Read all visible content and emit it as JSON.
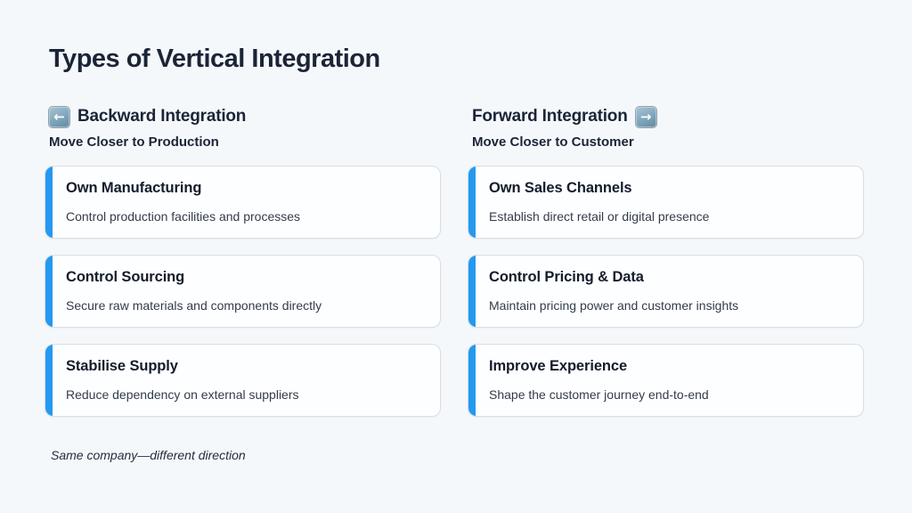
{
  "page": {
    "title": "Types of Vertical Integration",
    "footnote": "Same company—different direction"
  },
  "colors": {
    "background": "#f5f8fb",
    "card_accent": "#2499ef",
    "card_border": "#d8dee6",
    "heading_text": "#1c2437",
    "icon_square": "#7ea6bc"
  },
  "columns": [
    {
      "id": "backward",
      "icon": "left-arrow-icon",
      "icon_glyph": "←",
      "title": "Backward Integration",
      "subtitle": "Move Closer to Production",
      "cards": [
        {
          "title": "Own Manufacturing",
          "description": "Control production facilities and processes"
        },
        {
          "title": "Control Sourcing",
          "description": "Secure raw materials and components directly"
        },
        {
          "title": "Stabilise Supply",
          "description": "Reduce dependency on external suppliers"
        }
      ]
    },
    {
      "id": "forward",
      "icon": "right-arrow-icon",
      "icon_glyph": "→",
      "title": "Forward Integration",
      "subtitle": "Move Closer to Customer",
      "cards": [
        {
          "title": "Own Sales Channels",
          "description": "Establish direct retail or digital presence"
        },
        {
          "title": "Control Pricing & Data",
          "description": "Maintain pricing power and customer insights"
        },
        {
          "title": "Improve Experience",
          "description": "Shape the customer journey end-to-end"
        }
      ]
    }
  ]
}
